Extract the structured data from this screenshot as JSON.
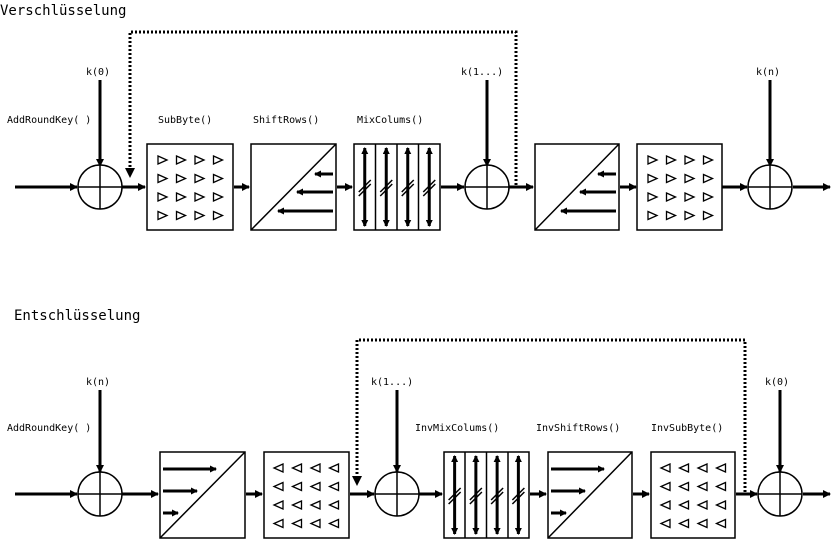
{
  "encryption": {
    "heading": "Verschlüsselung",
    "label_addroundkey": "AddRoundKey( )",
    "label_subbyte": "SubByte()",
    "label_shiftrows": "ShiftRows()",
    "label_mixcolums": "MixColums()",
    "key_first": "k(0)",
    "key_middle": "k(1...)",
    "key_last": "k(n)"
  },
  "decryption": {
    "heading": "Entschlüsselung",
    "label_addroundkey": "AddRoundKey( )",
    "label_invmixcolums": "InvMixColums()",
    "label_invshiftrows": "InvShiftRows()",
    "label_invsubbyte": "InvSubByte()",
    "key_first": "k(n)",
    "key_middle": "k(1...)",
    "key_last": "k(0)"
  }
}
